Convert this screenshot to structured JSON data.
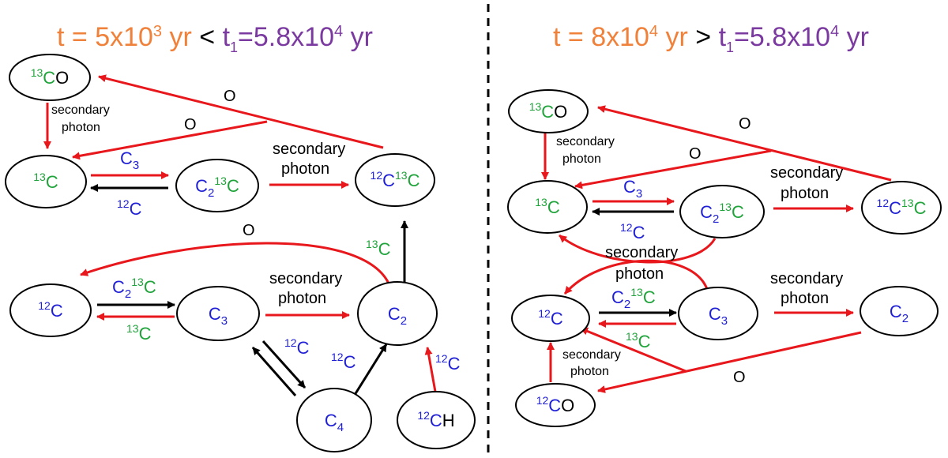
{
  "colors": {
    "time": "#f0813a",
    "threshold": "#7b3aa0",
    "operator": "#000000",
    "isotope13": "#1fa33a",
    "carbon12": "#1f1fd6",
    "red_edge": "#e8171c",
    "black_edge": "#000000"
  },
  "left_title": {
    "time_prefix": "t = 5x10",
    "time_exp": "3",
    "time_suffix": " yr",
    "comparator": " < ",
    "th_t": "t",
    "th_sub": "1",
    "th_mid": "=5.8x10",
    "th_exp": "4",
    "th_suffix": " yr"
  },
  "right_title": {
    "time_prefix": "t = 8x10",
    "time_exp": "4",
    "time_suffix": " yr",
    "comparator": " > ",
    "th_t": "t",
    "th_sub": "1",
    "th_mid": "=5.8x10",
    "th_exp": "4",
    "th_suffix": " yr"
  },
  "symbols": {
    "sup13": "13",
    "sup12": "12",
    "C": "C",
    "O": "O",
    "H": "H",
    "C2_base": "C",
    "C2_sub": "2",
    "C3_base": "C",
    "C3_sub": "3",
    "C4_base": "C",
    "C4_sub": "4"
  },
  "edge_labels": {
    "O": "O",
    "secondary": "secondary",
    "photon": "photon",
    "C3_base": "C",
    "C3_sub": "3",
    "C_12": "12",
    "C_13": "13",
    "C_letter": "C",
    "C2_13C_base": "C",
    "C2_13C_sub": "2",
    "C2_13C_sup": "13",
    "C2_13C_end": "C"
  }
}
